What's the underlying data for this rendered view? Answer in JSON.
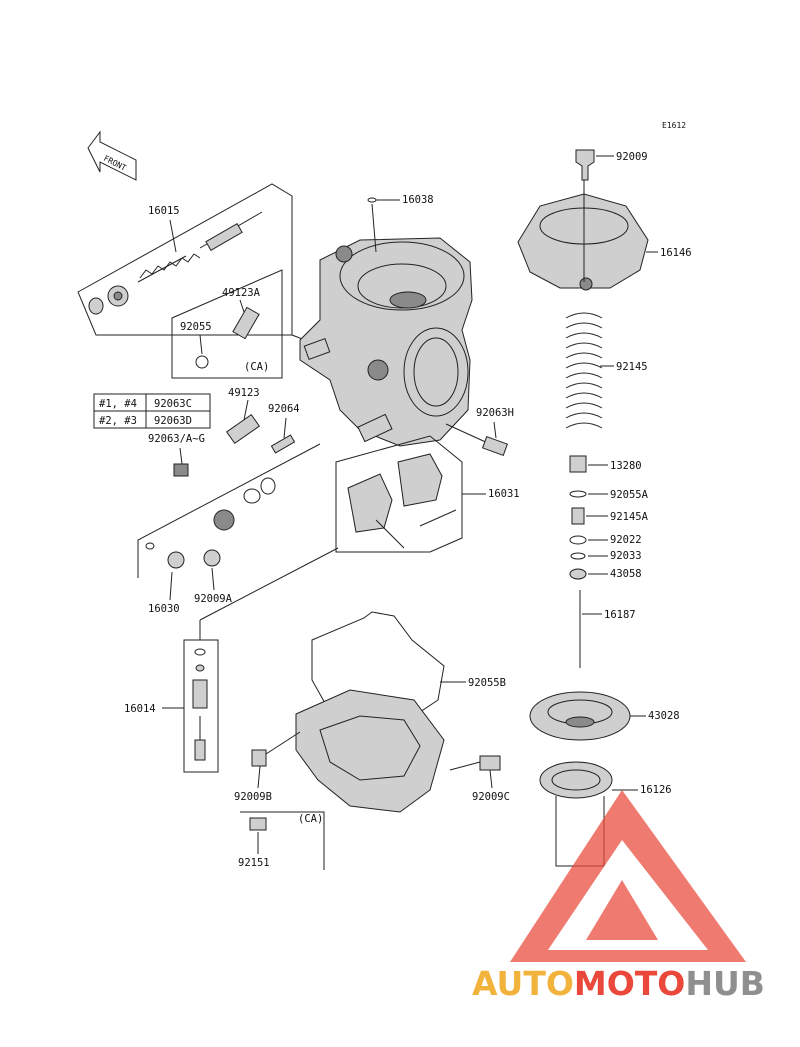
{
  "diagram_code": "E1612",
  "front_label": "FRONT",
  "labels": {
    "p16015": "16015",
    "p16038": "16038",
    "p92009": "92009",
    "p16146": "16146",
    "p49123A": "49123A",
    "p92055": "92055",
    "ca1": "(CA)",
    "p49123": "49123",
    "p92064": "92064",
    "p92063H": "92063H",
    "p92145": "92145",
    "p92063AG": "92063/A~G",
    "p13280": "13280",
    "p16031": "16031",
    "p92055A": "92055A",
    "p92145A": "92145A",
    "p92022": "92022",
    "p92033": "92033",
    "p43058": "43058",
    "p16030": "16030",
    "p92009A": "92009A",
    "p16187": "16187",
    "p92055B": "92055B",
    "p16014": "16014",
    "p43028": "43028",
    "p16126": "16126",
    "p92009B": "92009B",
    "p92009C": "92009C",
    "ca2": "(CA)",
    "p92151": "92151"
  },
  "jet_table": [
    {
      "cyl": "#1, #4",
      "part": "92063C"
    },
    {
      "cyl": "#2, #3",
      "part": "92063D"
    }
  ],
  "watermark": {
    "word1": "AUTO",
    "word2": "MOTO",
    "word3": "HUB",
    "color_auto": "#f2b33d",
    "color_moto": "#e9483a",
    "color_hub": "#8f8f8f",
    "logo_color": "#e9483a"
  }
}
